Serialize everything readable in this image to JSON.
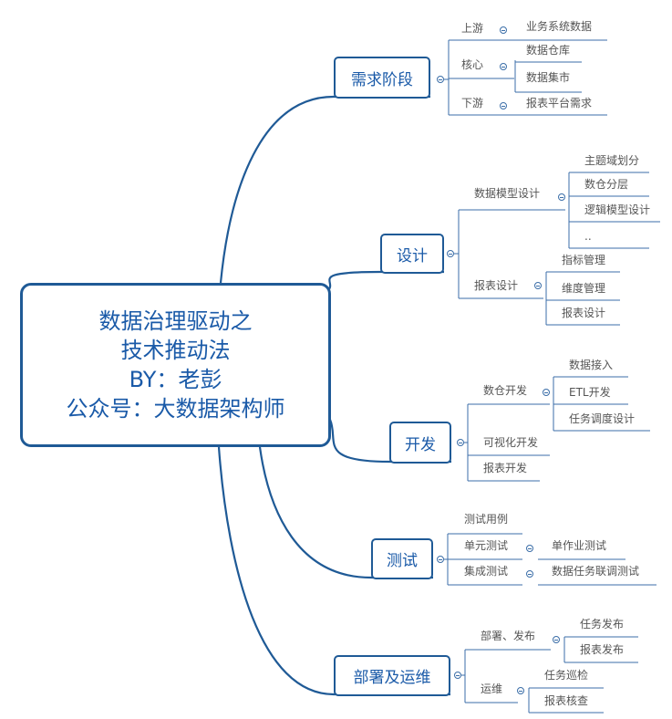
{
  "root": {
    "lines": [
      "数据治理驱动之",
      "技术推动法",
      "BY：老彭",
      "公众号：大数据架构师"
    ]
  },
  "branches": [
    {
      "label": "需求阶段",
      "children": [
        {
          "label": "上游",
          "children": [
            "业务系统数据"
          ]
        },
        {
          "label": "核心",
          "children": [
            "数据仓库",
            "数据集市"
          ]
        },
        {
          "label": "下游",
          "children": [
            "报表平台需求"
          ]
        }
      ]
    },
    {
      "label": "设计",
      "children": [
        {
          "label": "数据模型设计",
          "children": [
            "主题域划分",
            "数仓分层",
            "逻辑模型设计",
            ".."
          ]
        },
        {
          "label": "报表设计",
          "children": [
            "指标管理",
            "维度管理",
            "报表设计"
          ]
        }
      ]
    },
    {
      "label": "开发",
      "children": [
        {
          "label": "数仓开发",
          "children": [
            "数据接入",
            "ETL开发",
            "任务调度设计"
          ]
        },
        {
          "label": "可视化开发",
          "children": []
        },
        {
          "label": "报表开发",
          "children": []
        }
      ]
    },
    {
      "label": "测试",
      "children": [
        {
          "label": "测试用例",
          "children": []
        },
        {
          "label": "单元测试",
          "children": [
            "单作业测试"
          ]
        },
        {
          "label": "集成测试",
          "children": [
            "数据任务联调测试"
          ]
        }
      ]
    },
    {
      "label": "部署及运维",
      "children": [
        {
          "label": "部署、发布",
          "children": [
            "任务发布",
            "报表发布"
          ]
        },
        {
          "label": "运维",
          "children": [
            "任务巡检",
            "报表核查"
          ]
        }
      ]
    }
  ],
  "colors": {
    "branch_line": "#1f5a96",
    "sub_line": "#3b6ea8",
    "text": "#555555",
    "title": "#1a5aa8"
  }
}
